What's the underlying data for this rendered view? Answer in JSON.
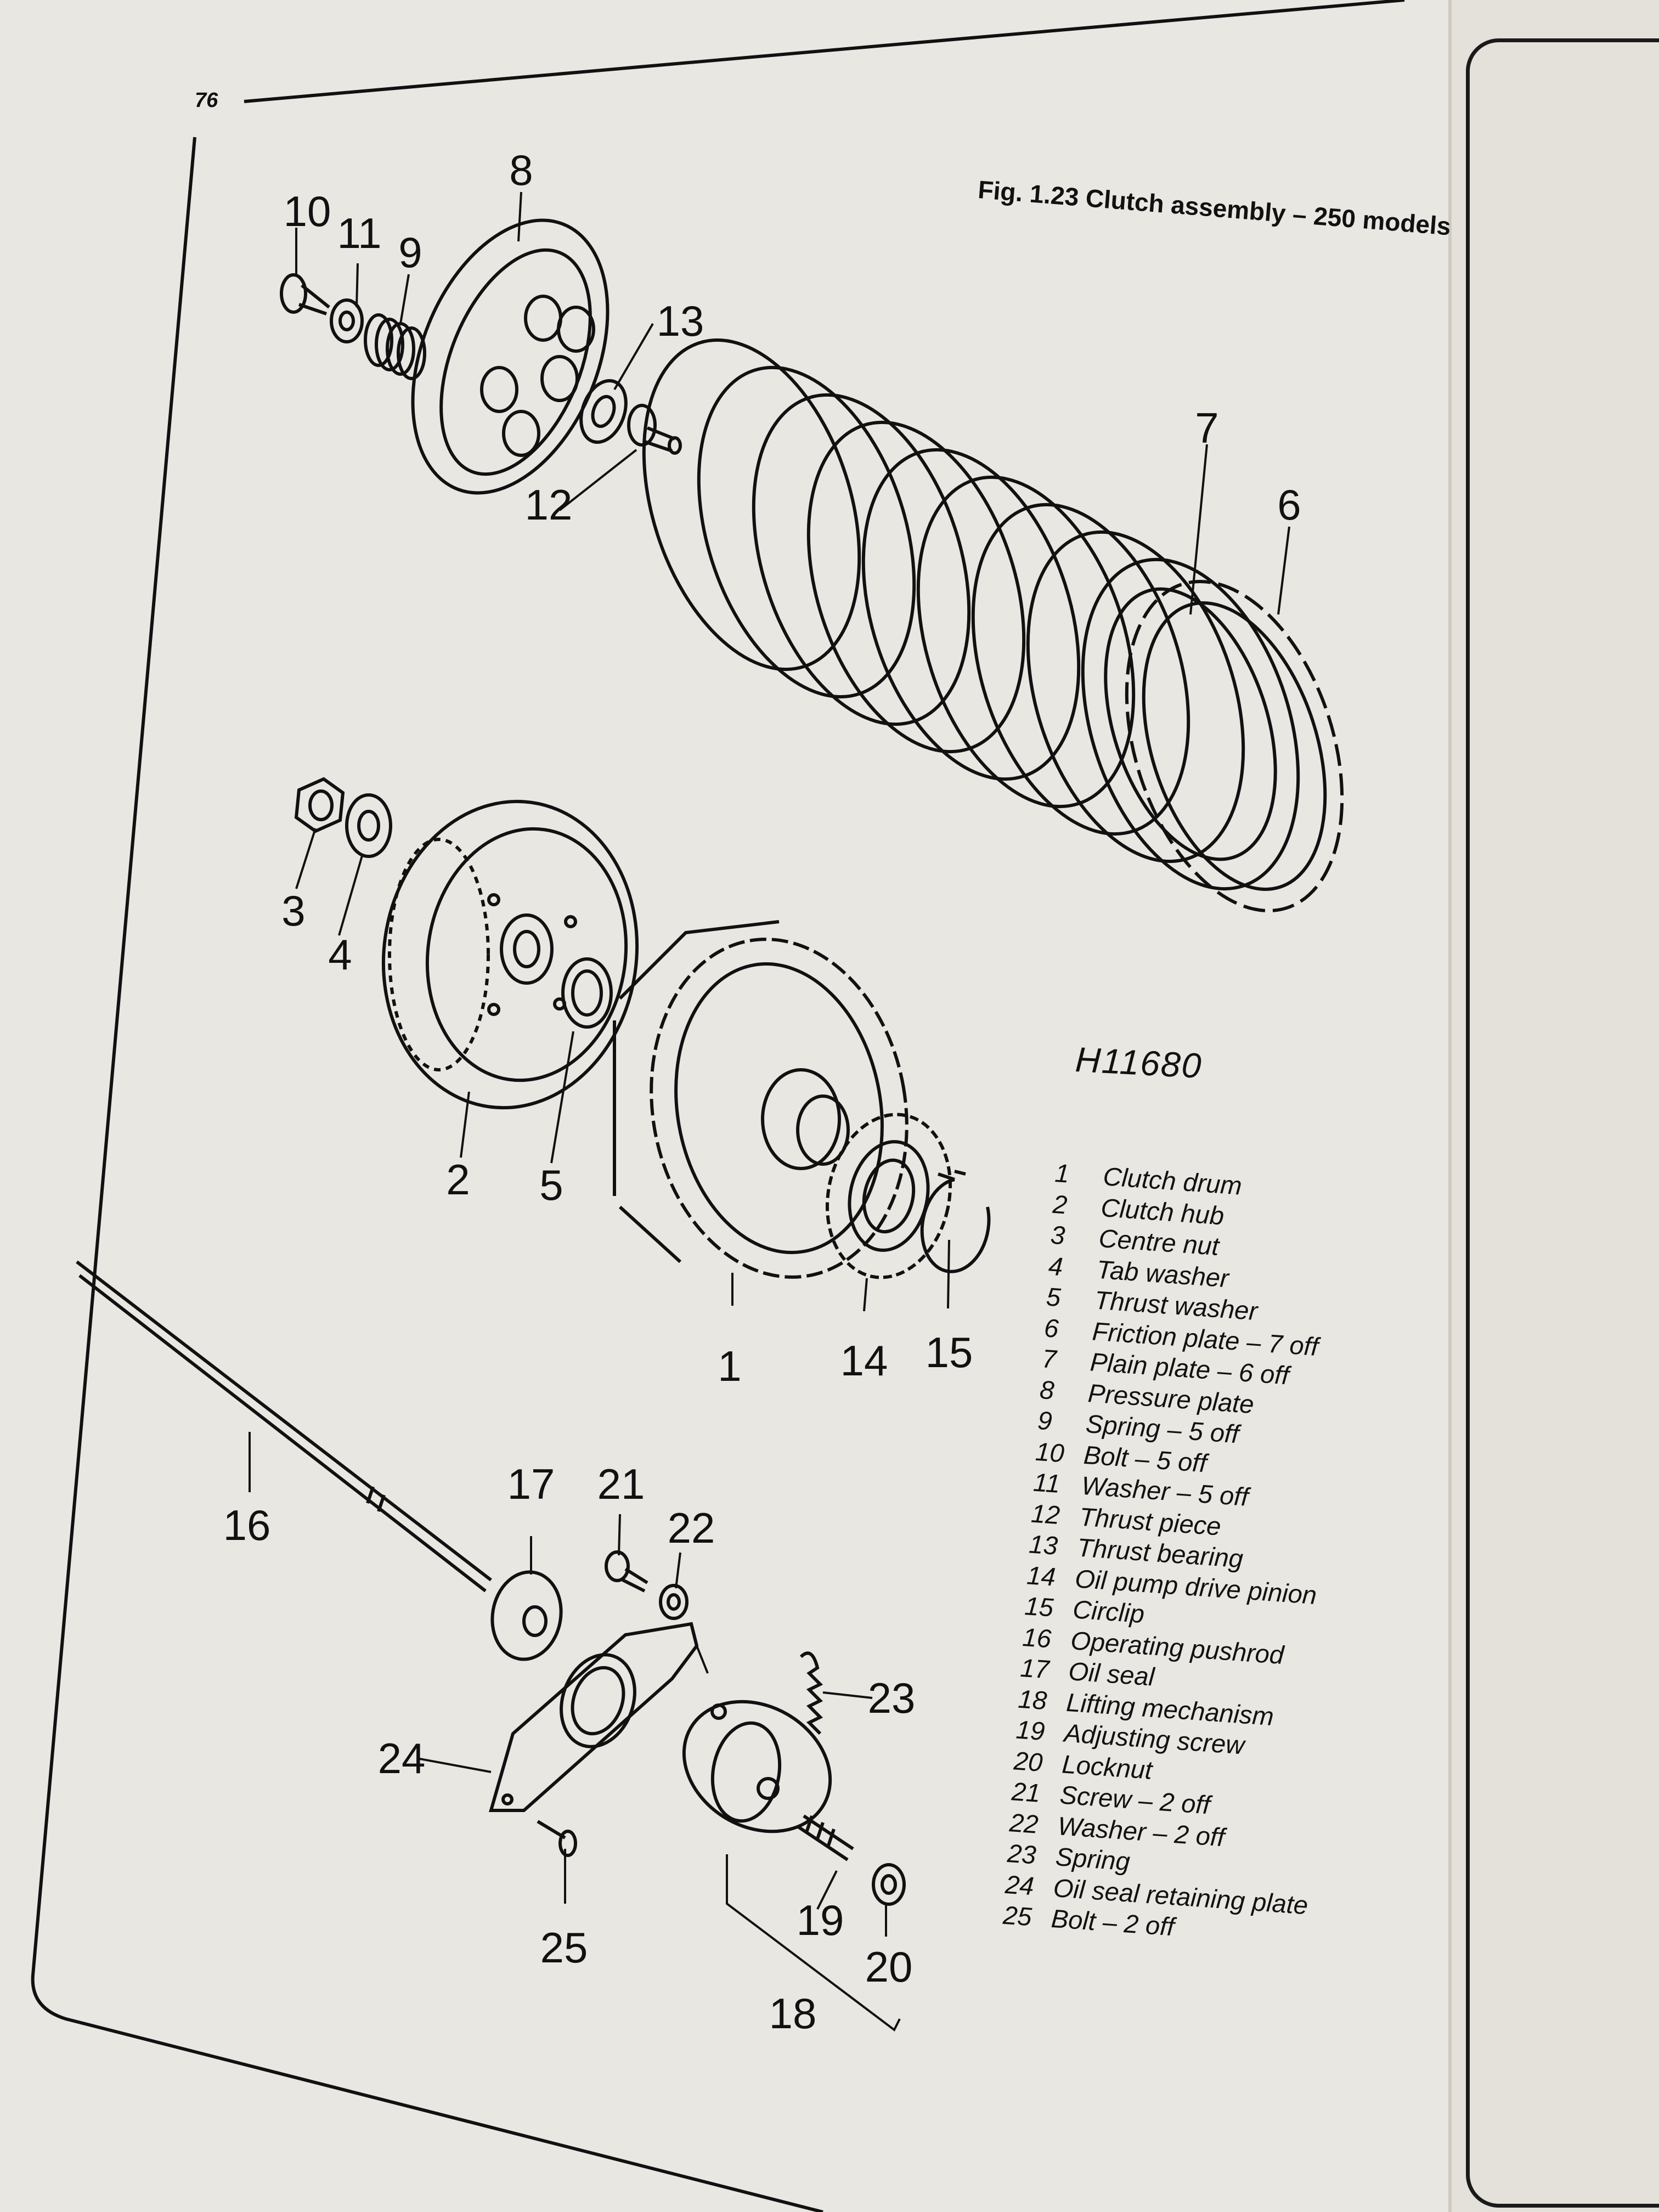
{
  "page": {
    "number": "76",
    "figure_caption": "Fig. 1.23 Clutch assembly – 250 models",
    "reference_code": "H11680"
  },
  "legend": [
    {
      "num": "1",
      "text": "Clutch drum"
    },
    {
      "num": "2",
      "text": "Clutch hub"
    },
    {
      "num": "3",
      "text": "Centre nut"
    },
    {
      "num": "4",
      "text": "Tab washer"
    },
    {
      "num": "5",
      "text": "Thrust washer"
    },
    {
      "num": "6",
      "text": "Friction plate – 7 off"
    },
    {
      "num": "7",
      "text": "Plain plate – 6 off"
    },
    {
      "num": "8",
      "text": "Pressure plate"
    },
    {
      "num": "9",
      "text": "Spring – 5 off"
    },
    {
      "num": "10",
      "text": "Bolt – 5 off"
    },
    {
      "num": "11",
      "text": "Washer – 5 off"
    },
    {
      "num": "12",
      "text": "Thrust piece"
    },
    {
      "num": "13",
      "text": "Thrust bearing"
    },
    {
      "num": "14",
      "text": "Oil pump drive pinion"
    },
    {
      "num": "15",
      "text": "Circlip"
    },
    {
      "num": "16",
      "text": "Operating pushrod"
    },
    {
      "num": "17",
      "text": "Oil seal"
    },
    {
      "num": "18",
      "text": "Lifting mechanism"
    },
    {
      "num": "19",
      "text": "Adjusting screw"
    },
    {
      "num": "20",
      "text": "Locknut"
    },
    {
      "num": "21",
      "text": "Screw – 2 off"
    },
    {
      "num": "22",
      "text": "Washer – 2 off"
    },
    {
      "num": "23",
      "text": "Spring"
    },
    {
      "num": "24",
      "text": "Oil seal retaining plate"
    },
    {
      "num": "25",
      "text": "Bolt – 2 off"
    }
  ],
  "callouts": {
    "c1": "1",
    "c2": "2",
    "c3": "3",
    "c4": "4",
    "c5": "5",
    "c6": "6",
    "c7": "7",
    "c8": "8",
    "c9": "9",
    "c10": "10",
    "c11": "11",
    "c12": "12",
    "c13": "13",
    "c14": "14",
    "c15": "15",
    "c16": "16",
    "c17": "17",
    "c18": "18",
    "c19": "19",
    "c20": "20",
    "c21": "21",
    "c22": "22",
    "c23": "23",
    "c24": "24",
    "c25": "25"
  }
}
